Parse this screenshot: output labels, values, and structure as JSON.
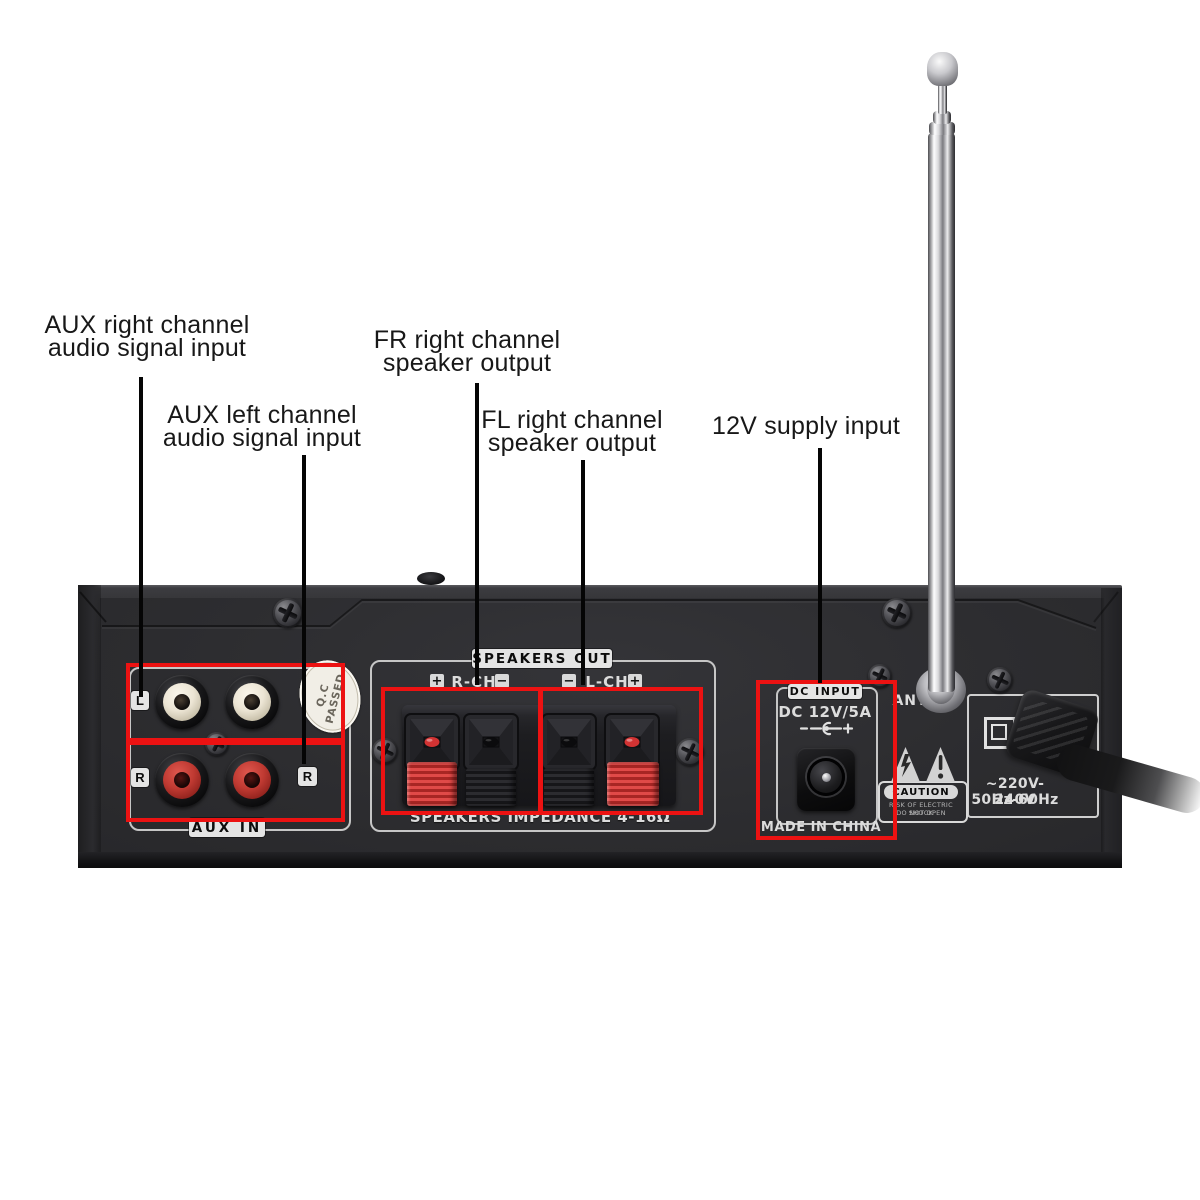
{
  "colors": {
    "annotation_red": "#ec1212",
    "panel_black": "#2d2d30",
    "clip_red": "#d03434",
    "rca_white": "#ece5d4",
    "rca_red": "#c03a32"
  },
  "annotations": {
    "aux_right": {
      "line1": "AUX right channel",
      "line2": "audio signal input"
    },
    "aux_left": {
      "line1": "AUX left channel",
      "line2": "audio signal input"
    },
    "fr": {
      "line1": "FR right channel",
      "line2": "speaker output"
    },
    "fl": {
      "line1": "FL right channel",
      "line2": "speaker output"
    },
    "supply": {
      "line1": "12V supply input"
    }
  },
  "panel": {
    "aux": {
      "section_label": "AUX IN",
      "jack_label_top_left": "L",
      "jack_label_bottom_left": "R",
      "jack_label_bottom_right": "R"
    },
    "qc_sticker": {
      "line1": "Q.C",
      "line2": "PASSED"
    },
    "speakers": {
      "section_label": "SPEAKERS OUT",
      "right_channel": "R-CH",
      "left_channel": "L-CH",
      "plus": "+",
      "minus": "−",
      "impedance": "SPEAKERS IMPEDANCE 4-16Ω"
    },
    "dc": {
      "section_label": "DC INPUT",
      "rating": "DC 12V/5A",
      "polarity_minus": "−",
      "polarity_plus": "+",
      "origin": "MADE IN CHINA"
    },
    "antenna_label": "ANT",
    "caution": {
      "title": "CAUTION",
      "line1": "RISK OF ELECTRIC SHOCK",
      "line2": "DO NOT OPEN"
    },
    "power": {
      "voltage": "~220V-240V",
      "frequency": "50Hz-60Hz"
    }
  }
}
